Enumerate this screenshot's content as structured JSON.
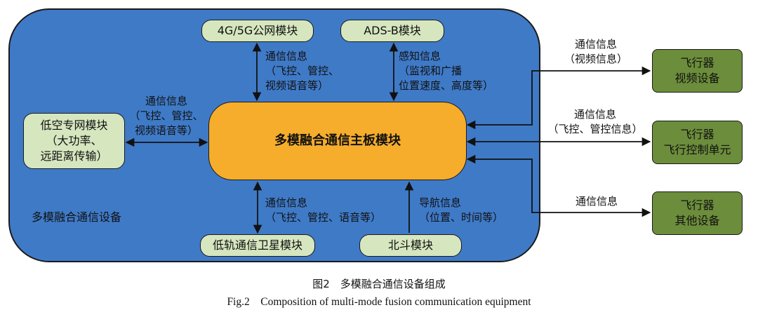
{
  "container_label": "多模融合通信设备",
  "boxes": {
    "public_net": "4G/5G公网模块",
    "adsb": "ADS-B模块",
    "low_alt": "低空专网模块\n（大功率、\n远距离传输）",
    "main_board": "多模融合通信主板模块",
    "leo_sat": "低轨通信卫星模块",
    "beidou": "北斗模块",
    "video_dev": "飞行器\n视频设备",
    "flight_ctrl": "飞行器\n飞行控制单元",
    "other_dev": "飞行器\n其他设备"
  },
  "labels": {
    "public_net": "通信信息\n（飞控、管控、\n视频语音等）",
    "adsb": "感知信息\n（监视和广播\n位置速度、高度等）",
    "low_alt": "通信信息\n（飞控、管控、\n视频语音等）",
    "leo_sat": "通信信息\n（飞控、管控、语音等）",
    "beidou": "导航信息\n（位置、时间等）",
    "video_dev": "通信信息\n（视频信息）",
    "flight_ctrl": "通信信息\n（飞控、管控信息）",
    "other_dev": "通信信息"
  },
  "caption": {
    "zh": "图2　多模融合通信设备组成",
    "en": "Fig.2　Composition of multi-mode fusion communication equipment"
  },
  "colors": {
    "container": "#3f7ac7",
    "module_green": "#d6e6bf",
    "device_green": "#6c8d3b",
    "main_board": "#f6ad2c"
  }
}
